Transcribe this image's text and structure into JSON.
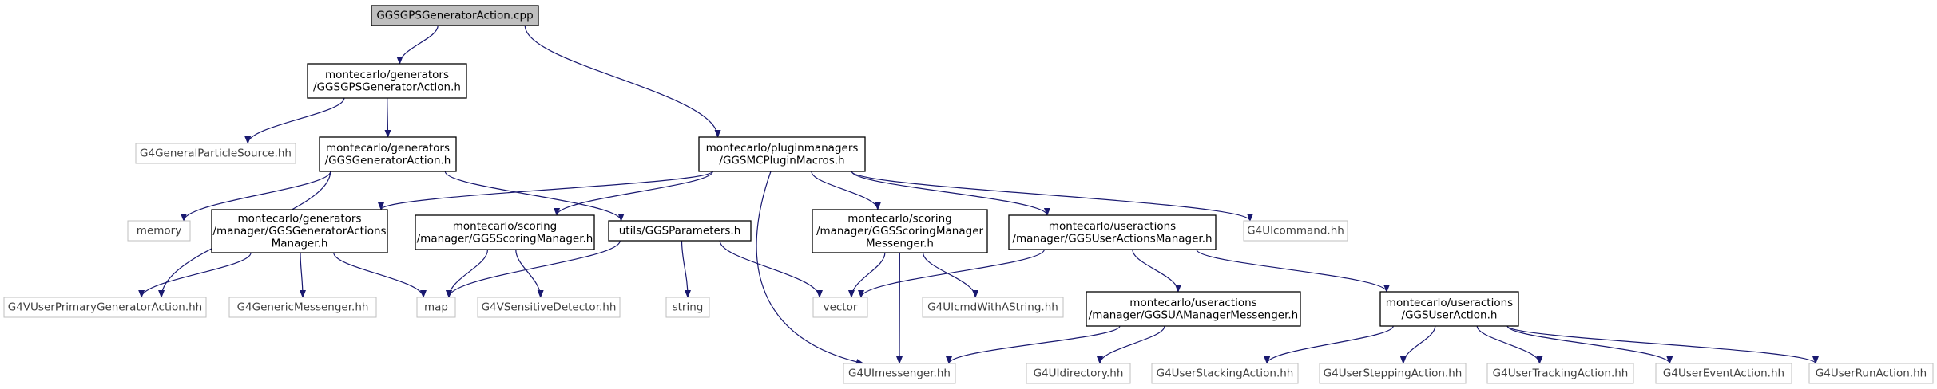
{
  "colors": {
    "edge": "#191970",
    "node_border": "#000000",
    "external_border": "#bfbfbf",
    "root_fill": "#bfbfbf",
    "external_text": "#3f3f3f"
  },
  "nodes": [
    {
      "id": "root",
      "lines": [
        "GGSGPSGeneratorAction.cpp"
      ],
      "kind": "root"
    },
    {
      "id": "gpsgen_h",
      "lines": [
        "montecarlo/generators",
        "/GGSGPSGeneratorAction.h"
      ],
      "kind": "local"
    },
    {
      "id": "g4gps",
      "lines": [
        "G4GeneralParticleSource.hh"
      ],
      "kind": "external"
    },
    {
      "id": "gen_h",
      "lines": [
        "montecarlo/generators",
        "/GGSGeneratorAction.h"
      ],
      "kind": "local"
    },
    {
      "id": "mcplugin",
      "lines": [
        "montecarlo/pluginmanagers",
        "/GGSMCPluginMacros.h"
      ],
      "kind": "local"
    },
    {
      "id": "memory",
      "lines": [
        "memory"
      ],
      "kind": "external"
    },
    {
      "id": "genmgr",
      "lines": [
        "montecarlo/generators",
        "/manager/GGSGeneratorActions",
        "Manager.h"
      ],
      "kind": "local"
    },
    {
      "id": "scoremgr",
      "lines": [
        "montecarlo/scoring",
        "/manager/GGSScoringManager.h"
      ],
      "kind": "local"
    },
    {
      "id": "params",
      "lines": [
        "utils/GGSParameters.h"
      ],
      "kind": "local"
    },
    {
      "id": "scoremsg",
      "lines": [
        "montecarlo/scoring",
        "/manager/GGSScoringManager",
        "Messenger.h"
      ],
      "kind": "local"
    },
    {
      "id": "uamgr",
      "lines": [
        "montecarlo/useractions",
        "/manager/GGSUserActionsManager.h"
      ],
      "kind": "local"
    },
    {
      "id": "g4uicmd",
      "lines": [
        "G4UIcommand.hh"
      ],
      "kind": "external"
    },
    {
      "id": "g4vupg",
      "lines": [
        "G4VUserPrimaryGeneratorAction.hh"
      ],
      "kind": "external"
    },
    {
      "id": "g4genmsg",
      "lines": [
        "G4GenericMessenger.hh"
      ],
      "kind": "external"
    },
    {
      "id": "map",
      "lines": [
        "map"
      ],
      "kind": "external"
    },
    {
      "id": "g4vsens",
      "lines": [
        "G4VSensitiveDetector.hh"
      ],
      "kind": "external"
    },
    {
      "id": "string",
      "lines": [
        "string"
      ],
      "kind": "external"
    },
    {
      "id": "vector",
      "lines": [
        "vector"
      ],
      "kind": "external"
    },
    {
      "id": "g4cmdstr",
      "lines": [
        "G4UIcmdWithAString.hh"
      ],
      "kind": "external"
    },
    {
      "id": "uamsg",
      "lines": [
        "montecarlo/useractions",
        "/manager/GGSUAManagerMessenger.h"
      ],
      "kind": "local"
    },
    {
      "id": "useraction",
      "lines": [
        "montecarlo/useractions",
        "/GGSUserAction.h"
      ],
      "kind": "local"
    },
    {
      "id": "g4uimsg",
      "lines": [
        "G4UImessenger.hh"
      ],
      "kind": "external"
    },
    {
      "id": "g4uidir",
      "lines": [
        "G4UIdirectory.hh"
      ],
      "kind": "external"
    },
    {
      "id": "g4stack",
      "lines": [
        "G4UserStackingAction.hh"
      ],
      "kind": "external"
    },
    {
      "id": "g4step",
      "lines": [
        "G4UserSteppingAction.hh"
      ],
      "kind": "external"
    },
    {
      "id": "g4track",
      "lines": [
        "G4UserTrackingAction.hh"
      ],
      "kind": "external"
    },
    {
      "id": "g4event",
      "lines": [
        "G4UserEventAction.hh"
      ],
      "kind": "external"
    },
    {
      "id": "g4run",
      "lines": [
        "G4UserRunAction.hh"
      ],
      "kind": "external"
    }
  ],
  "edges": [
    [
      "root",
      "gpsgen_h"
    ],
    [
      "root",
      "mcplugin"
    ],
    [
      "gpsgen_h",
      "g4gps"
    ],
    [
      "gpsgen_h",
      "gen_h"
    ],
    [
      "gen_h",
      "g4vupg"
    ],
    [
      "gen_h",
      "memory"
    ],
    [
      "gen_h",
      "params"
    ],
    [
      "mcplugin",
      "genmgr"
    ],
    [
      "mcplugin",
      "scoremgr"
    ],
    [
      "mcplugin",
      "scoremsg"
    ],
    [
      "mcplugin",
      "uamgr"
    ],
    [
      "mcplugin",
      "g4uicmd"
    ],
    [
      "mcplugin",
      "g4uimsg"
    ],
    [
      "genmgr",
      "g4vupg"
    ],
    [
      "genmgr",
      "g4genmsg"
    ],
    [
      "genmgr",
      "map"
    ],
    [
      "scoremgr",
      "map"
    ],
    [
      "scoremgr",
      "g4vsens"
    ],
    [
      "params",
      "map"
    ],
    [
      "params",
      "string"
    ],
    [
      "params",
      "vector"
    ],
    [
      "scoremsg",
      "vector"
    ],
    [
      "scoremsg",
      "g4cmdstr"
    ],
    [
      "scoremsg",
      "g4uimsg"
    ],
    [
      "uamgr",
      "vector"
    ],
    [
      "uamgr",
      "uamsg"
    ],
    [
      "uamgr",
      "useraction"
    ],
    [
      "uamsg",
      "g4uimsg"
    ],
    [
      "uamsg",
      "g4uidir"
    ],
    [
      "useraction",
      "g4stack"
    ],
    [
      "useraction",
      "g4step"
    ],
    [
      "useraction",
      "g4track"
    ],
    [
      "useraction",
      "g4event"
    ],
    [
      "useraction",
      "g4run"
    ]
  ]
}
